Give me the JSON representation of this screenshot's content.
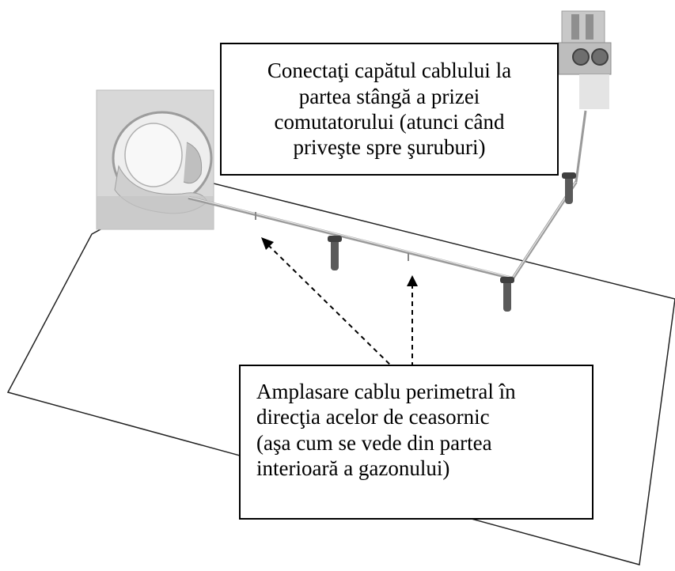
{
  "callouts": {
    "top": {
      "lines": [
        "Conectaţi capătul cablului la",
        "partea stângă a prizei",
        "comutatorului (atunci când",
        "priveşte spre şuruburi)"
      ]
    },
    "bottom": {
      "lines": [
        "Amplasare cablu perimetral în",
        "direcţia acelor de ceasornic",
        "(aşa cum se vede din partea",
        "interioară a gazonului)"
      ]
    }
  },
  "colors": {
    "lawn_outline": "#222222",
    "cable": "#9a9a9a",
    "peg": "#5a5a5a",
    "hand_photo_bg": "#d8d8d8"
  },
  "icons": {
    "pegs": "peg-icon",
    "hand": "hand-photo",
    "switch": "switch-socket-icon"
  }
}
